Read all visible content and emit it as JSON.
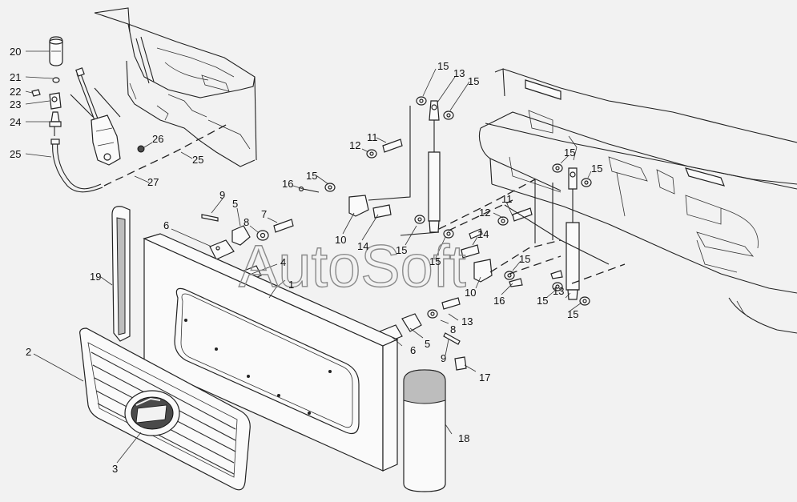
{
  "watermark": "AutoSoft",
  "callouts": [
    {
      "id": "c20",
      "text": "20"
    },
    {
      "id": "c21",
      "text": "21"
    },
    {
      "id": "c22",
      "text": "22"
    },
    {
      "id": "c23",
      "text": "23"
    },
    {
      "id": "c24",
      "text": "24"
    },
    {
      "id": "c25a",
      "text": "25"
    },
    {
      "id": "c26",
      "text": "26"
    },
    {
      "id": "c25b",
      "text": "25"
    },
    {
      "id": "c27",
      "text": "27"
    },
    {
      "id": "c15a",
      "text": "15"
    },
    {
      "id": "c13a",
      "text": "13"
    },
    {
      "id": "c15b",
      "text": "15"
    },
    {
      "id": "c11a",
      "text": "11"
    },
    {
      "id": "c12a",
      "text": "12"
    },
    {
      "id": "c15c",
      "text": "15"
    },
    {
      "id": "c16a",
      "text": "16"
    },
    {
      "id": "c9a",
      "text": "9"
    },
    {
      "id": "c5a",
      "text": "5"
    },
    {
      "id": "c6a",
      "text": "6"
    },
    {
      "id": "c8a",
      "text": "8"
    },
    {
      "id": "c7",
      "text": "7"
    },
    {
      "id": "c10a",
      "text": "10"
    },
    {
      "id": "c14a",
      "text": "14"
    },
    {
      "id": "c15d",
      "text": "15"
    },
    {
      "id": "c15e",
      "text": "15"
    },
    {
      "id": "c4",
      "text": "4"
    },
    {
      "id": "c1",
      "text": "1"
    },
    {
      "id": "c19",
      "text": "19"
    },
    {
      "id": "c15f",
      "text": "15"
    },
    {
      "id": "c15g",
      "text": "15"
    },
    {
      "id": "c11b",
      "text": "11"
    },
    {
      "id": "c12b",
      "text": "12"
    },
    {
      "id": "c14b",
      "text": "14"
    },
    {
      "id": "c15h",
      "text": "15"
    },
    {
      "id": "c10b",
      "text": "10"
    },
    {
      "id": "c16b",
      "text": "16"
    },
    {
      "id": "c15i",
      "text": "15"
    },
    {
      "id": "c13b",
      "text": "13"
    },
    {
      "id": "c15j",
      "text": "15"
    },
    {
      "id": "c13c",
      "text": "13"
    },
    {
      "id": "c8b",
      "text": "8"
    },
    {
      "id": "c6b",
      "text": "6"
    },
    {
      "id": "c5b",
      "text": "5"
    },
    {
      "id": "c9b",
      "text": "9"
    },
    {
      "id": "c17",
      "text": "17"
    },
    {
      "id": "c2",
      "text": "2"
    },
    {
      "id": "c18",
      "text": "18"
    },
    {
      "id": "c3",
      "text": "3"
    }
  ]
}
